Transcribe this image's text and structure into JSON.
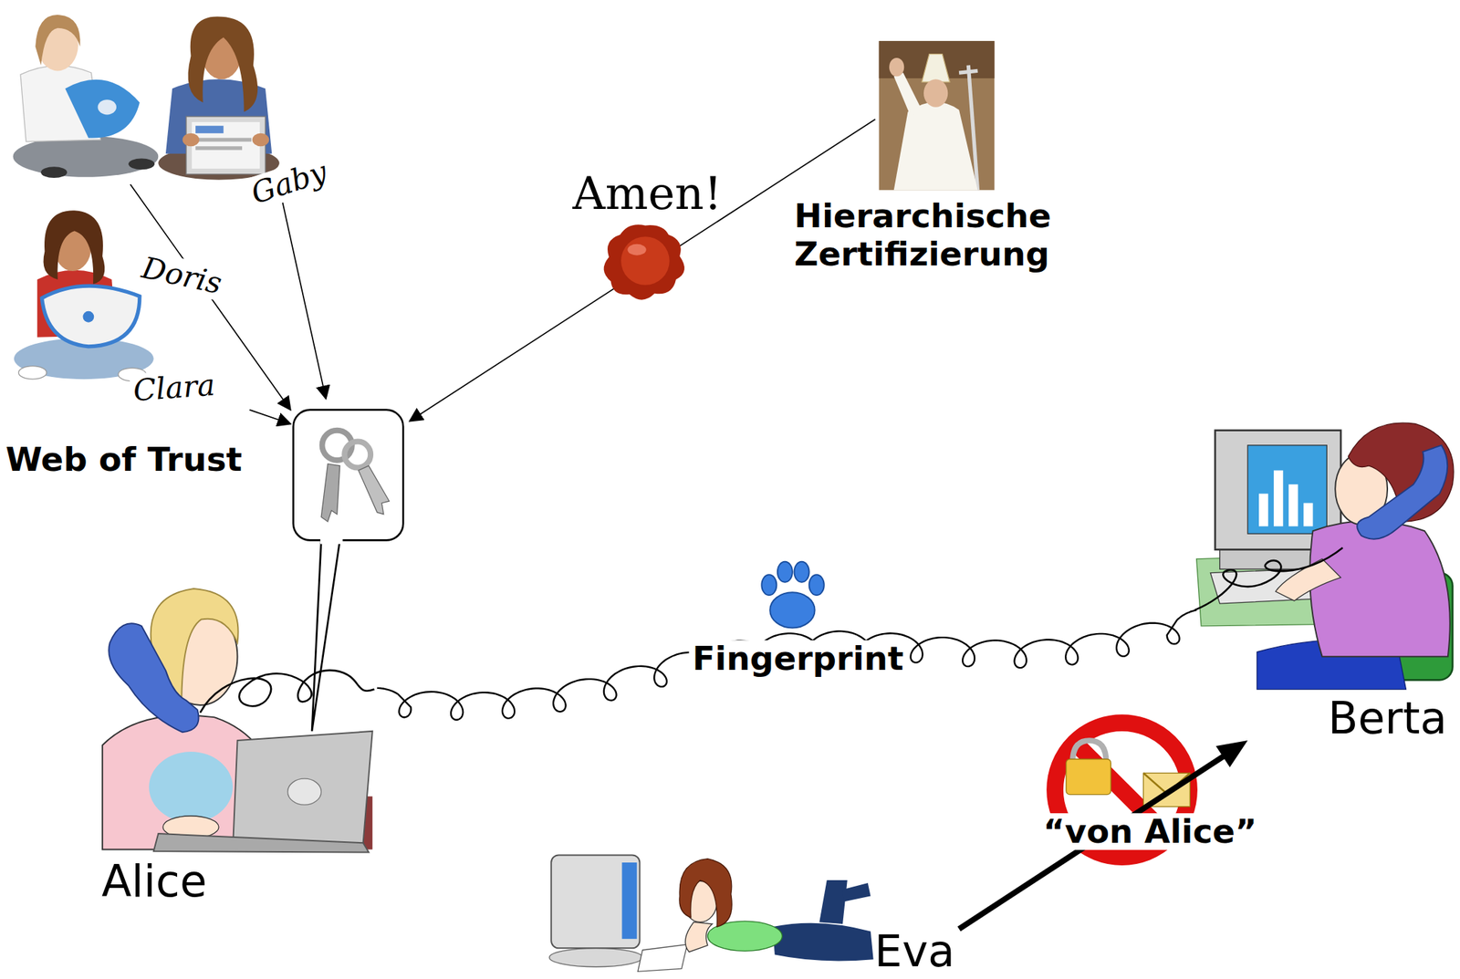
{
  "diagram": {
    "nodes": [
      {
        "text": [
          "Web of Trust"
        ]
      },
      {
        "text": [
          "Hierarchische Zertifizierung"
        ]
      },
      {
        "text": [
          "Alice"
        ]
      },
      {
        "text": [
          "Berta"
        ]
      },
      {
        "text": [
          "Eva"
        ]
      }
    ],
    "edges": [
      {
        "from": 2,
        "to": 3,
        "arrow": "none",
        "label": "Fingerprint"
      },
      {
        "from": 4,
        "to": 3,
        "arrow": "to",
        "label": "“von Alice”"
      }
    ],
    "labels": [
      "Amen!",
      "Gaby",
      "Doris",
      "Clara"
    ]
  }
}
